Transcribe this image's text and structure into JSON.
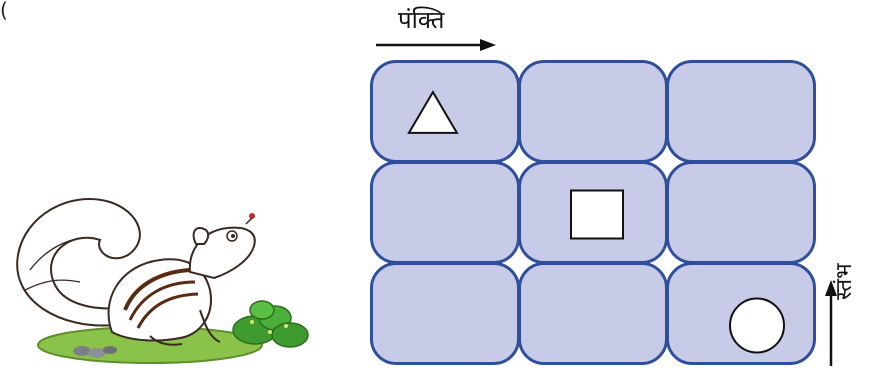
{
  "top_fragment": "(",
  "labels": {
    "row": "पंक्ति",
    "column": "स्तंभ"
  },
  "grid": {
    "rows": 3,
    "columns": 3,
    "cell_fill": "#c8cbe8",
    "cell_border": "#2f4f9c",
    "cells": [
      {
        "row": 1,
        "column": 1,
        "shape": "triangle"
      },
      {
        "row": 1,
        "column": 2,
        "shape": ""
      },
      {
        "row": 1,
        "column": 3,
        "shape": ""
      },
      {
        "row": 2,
        "column": 1,
        "shape": ""
      },
      {
        "row": 2,
        "column": 2,
        "shape": "square"
      },
      {
        "row": 2,
        "column": 3,
        "shape": ""
      },
      {
        "row": 3,
        "column": 1,
        "shape": ""
      },
      {
        "row": 3,
        "column": 2,
        "shape": ""
      },
      {
        "row": 3,
        "column": 3,
        "shape": "circle"
      }
    ]
  },
  "illustration": {
    "subject": "squirrel",
    "colors": {
      "grass": "#8bc34a",
      "bush": "#3f9b2f",
      "stripes": "#5a2a12",
      "outline": "#3a2a22",
      "stones": "#7d7f86"
    }
  }
}
